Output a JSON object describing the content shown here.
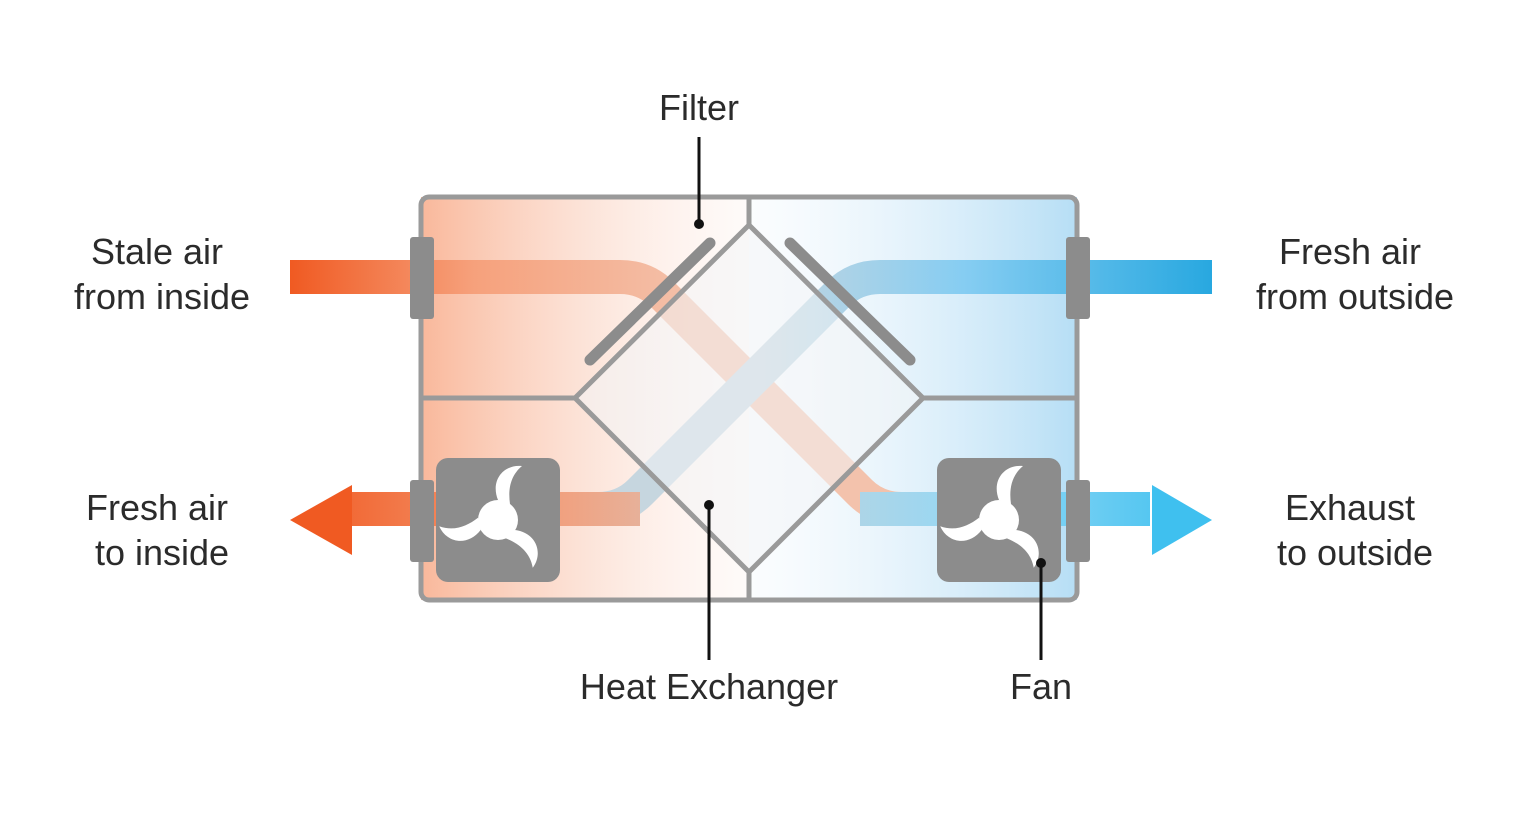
{
  "labels": {
    "filter": "Filter",
    "stale_air": [
      "Stale air",
      "from inside"
    ],
    "fresh_air_outside": [
      "Fresh air",
      "from outside"
    ],
    "fresh_air_inside": [
      "Fresh air",
      "to inside"
    ],
    "exhaust": [
      "Exhaust",
      "to outside"
    ],
    "heat_exchanger": "Heat Exchanger",
    "fan": "Fan"
  },
  "colors": {
    "warm": "#f05a22",
    "warm_light": "#f6a17c",
    "cool": "#28a8e0",
    "cool_light": "#8fd3f5",
    "frame": "#9a9a9a",
    "component": "#8c8c8c",
    "core_fill": "#f3f4f6",
    "leader": "#111111"
  }
}
